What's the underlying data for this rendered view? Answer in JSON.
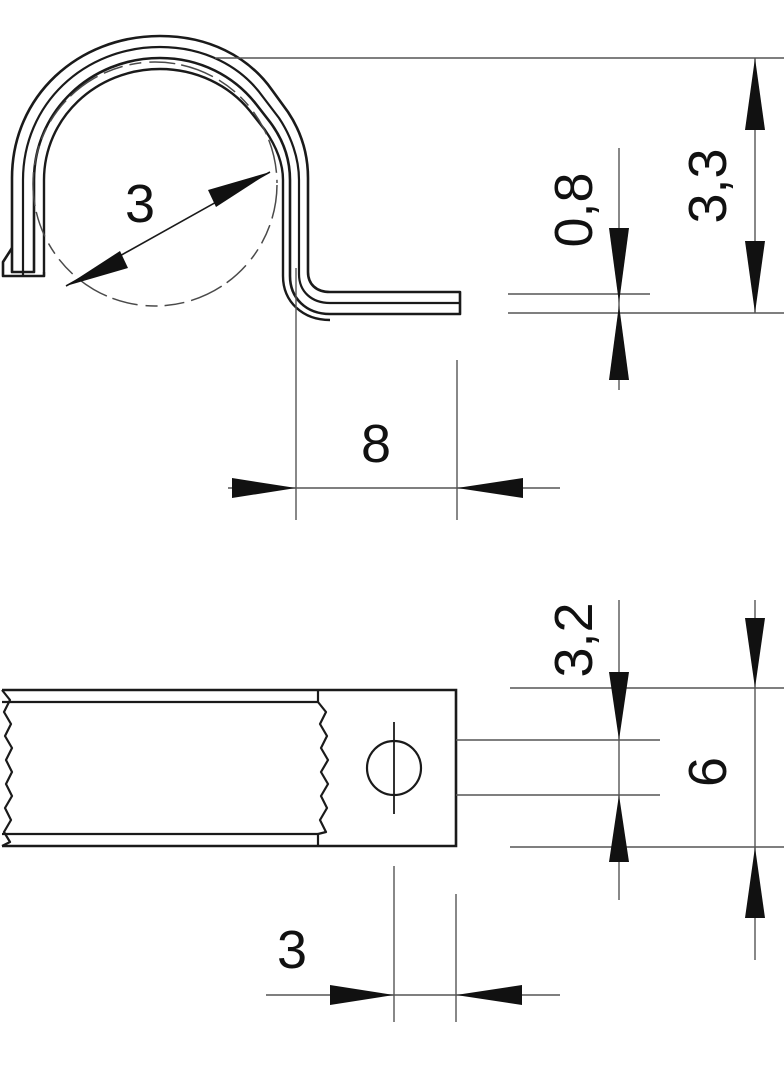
{
  "drawing": {
    "title": "Technical drawing — cable clamp (two views)",
    "type": "engineering-drawing",
    "units": "mm",
    "decimal_separator": "comma",
    "line_color": "#1a1a1a",
    "thin_line_color": "#555555",
    "background": "#ffffff",
    "views": [
      {
        "name": "front-view",
        "description": "Clamp profile: C-shaped spring body with flat mounting tab"
      },
      {
        "name": "side-view",
        "description": "Side elevation with break line and mounting hole"
      }
    ]
  },
  "dimensions": {
    "front_view": {
      "bore_diameter": "3",
      "tab_thickness": "0,8",
      "overall_height": "3,3",
      "tab_length": "8"
    },
    "side_view": {
      "hole_diameter": "3,2",
      "overall_width": "6",
      "hole_offset": "3"
    }
  },
  "labels": {
    "bore_diameter": "3",
    "tab_thickness": "0,8",
    "overall_height": "3,3",
    "tab_length": "8",
    "hole_diameter": "3,2",
    "overall_width": "6",
    "hole_offset": "3"
  }
}
